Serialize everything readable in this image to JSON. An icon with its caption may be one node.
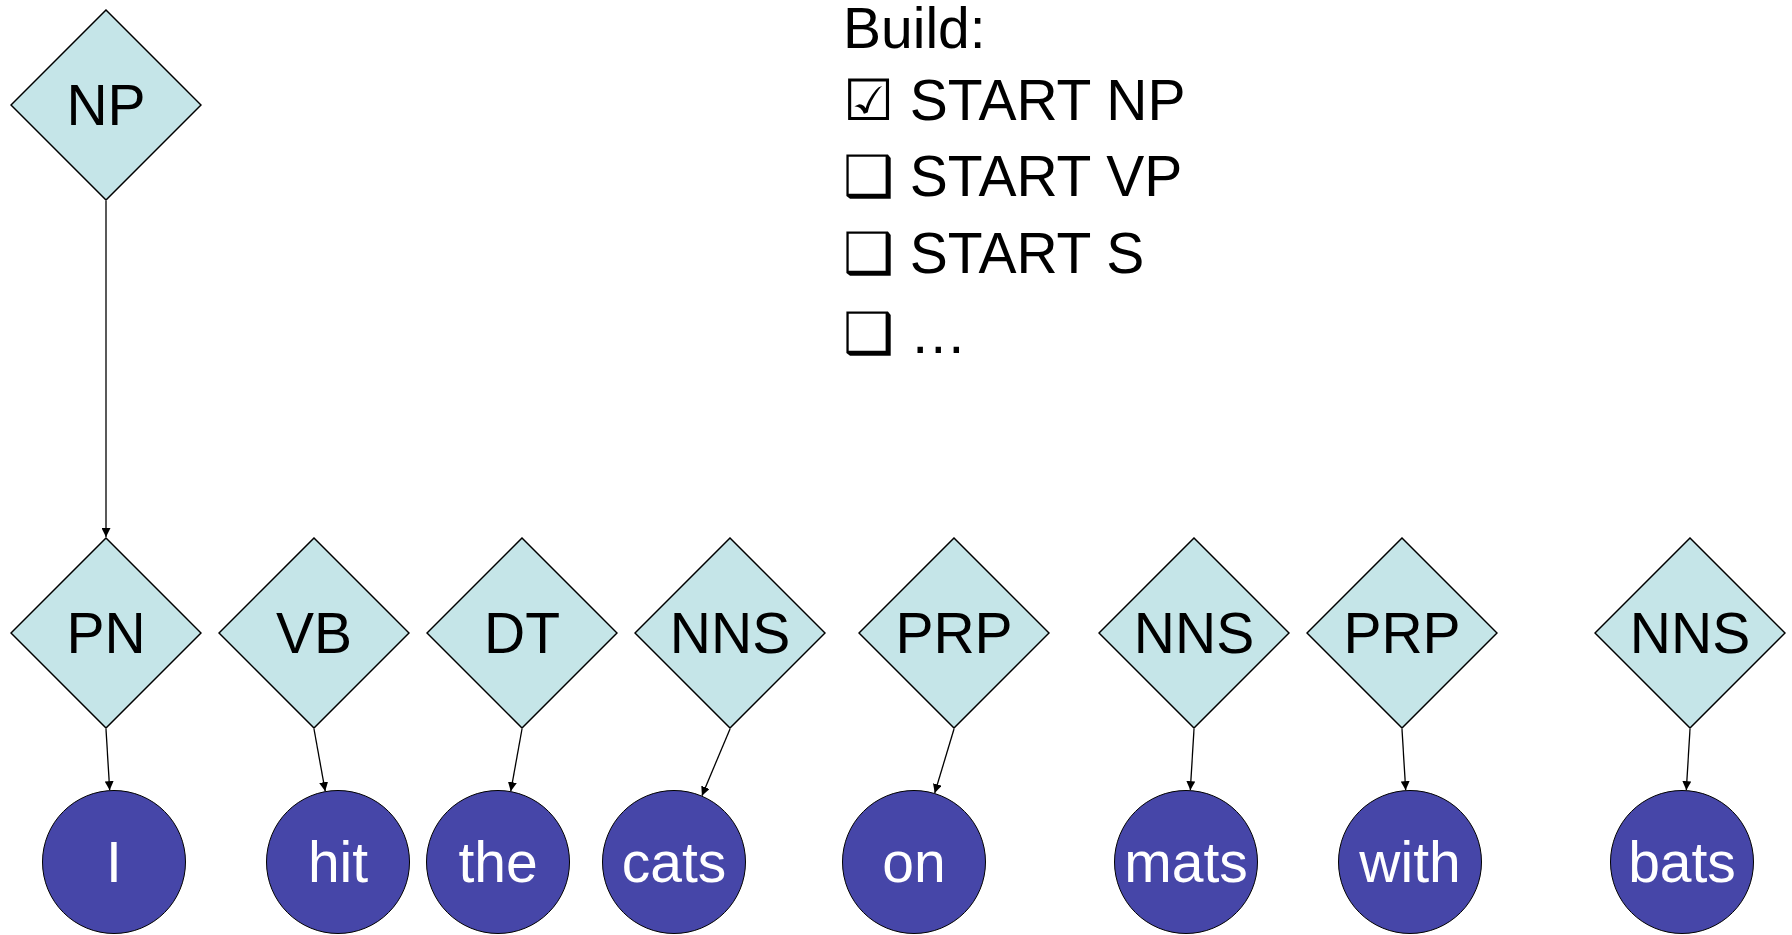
{
  "diagram": {
    "nodes": [
      {
        "text": [
          "NP"
        ]
      },
      {
        "text": [
          "PN"
        ]
      },
      {
        "text": [
          "VB"
        ]
      },
      {
        "text": [
          "DT"
        ]
      },
      {
        "text": [
          "NNS"
        ]
      },
      {
        "text": [
          "PRP"
        ]
      },
      {
        "text": [
          "NNS"
        ]
      },
      {
        "text": [
          "PRP"
        ]
      },
      {
        "text": [
          "NNS"
        ]
      },
      {
        "text": [
          "I"
        ]
      },
      {
        "text": [
          "hit"
        ]
      },
      {
        "text": [
          "the"
        ]
      },
      {
        "text": [
          "cats"
        ]
      },
      {
        "text": [
          "on"
        ]
      },
      {
        "text": [
          "mats"
        ]
      },
      {
        "text": [
          "with"
        ]
      },
      {
        "text": [
          "bats"
        ]
      }
    ],
    "edges": [
      {
        "from": 0,
        "to": 1,
        "arrow": "to"
      },
      {
        "from": 1,
        "to": 9,
        "arrow": "to"
      },
      {
        "from": 2,
        "to": 10,
        "arrow": "to"
      },
      {
        "from": 3,
        "to": 11,
        "arrow": "to"
      },
      {
        "from": 4,
        "to": 12,
        "arrow": "to"
      },
      {
        "from": 5,
        "to": 13,
        "arrow": "to"
      },
      {
        "from": 6,
        "to": 14,
        "arrow": "to"
      },
      {
        "from": 7,
        "to": 15,
        "arrow": "to"
      },
      {
        "from": 8,
        "to": 16,
        "arrow": "to"
      }
    ],
    "labels": [
      "Build:",
      "☑ START NP",
      "❑ START VP",
      "❑ START S",
      "❑ …"
    ]
  }
}
